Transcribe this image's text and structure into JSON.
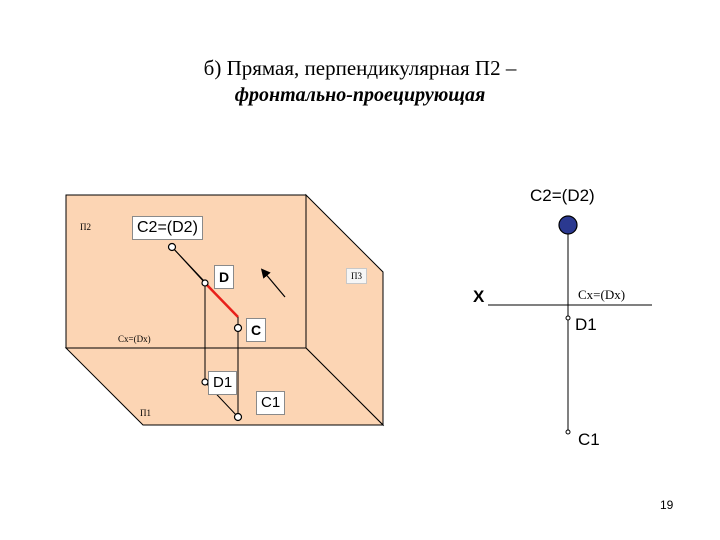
{
  "title": {
    "line1": "б) Прямая, перпендикулярная П2 –",
    "line2": "фронтально-проецирующая"
  },
  "spatial_view": {
    "plane_pi2_label": "П2",
    "plane_pi3_label": "П3",
    "plane_pi1_label": "П1",
    "axis_point_label": "Cx=(Dx)",
    "point_c2_d2": "C2=(D2)",
    "point_d": "D",
    "point_c": "C",
    "point_d1": "D1",
    "point_c1": "C1"
  },
  "epure": {
    "point_c2_d2": "C2=(D2)",
    "axis_label": "X",
    "axis_point_label": "Cx=(Dx)",
    "point_d1": "D1",
    "point_c1": "C1"
  },
  "colors": {
    "plane_fill": "#fcd5b4",
    "plane_stroke": "#000000",
    "segment_cd": "#e8201a",
    "projection_point": "#2b3990"
  },
  "page_number": "19"
}
